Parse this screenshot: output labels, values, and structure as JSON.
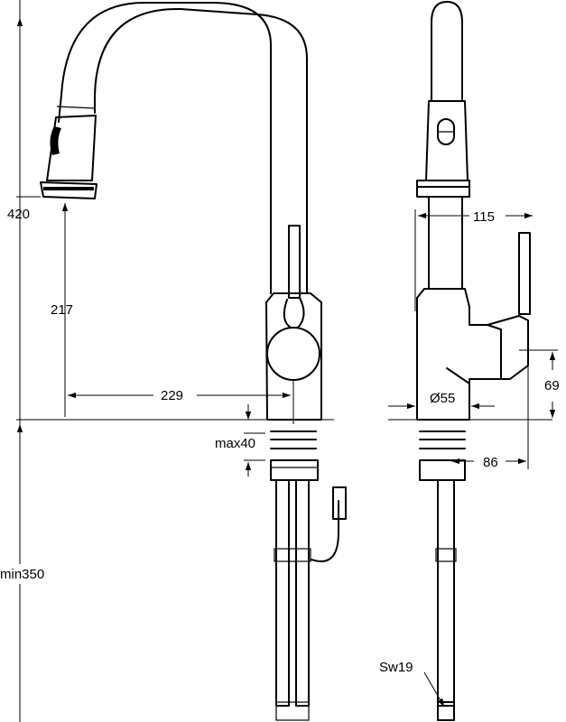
{
  "dimensions": {
    "height_total": "420",
    "height_spout": "217",
    "reach": "229",
    "deck_thickness": "max40",
    "hose_length": "min350",
    "depth": "115",
    "base_diameter": "Ø55",
    "lever_height": "69",
    "lever_reach": "86",
    "wrench_size": "Sw19"
  }
}
